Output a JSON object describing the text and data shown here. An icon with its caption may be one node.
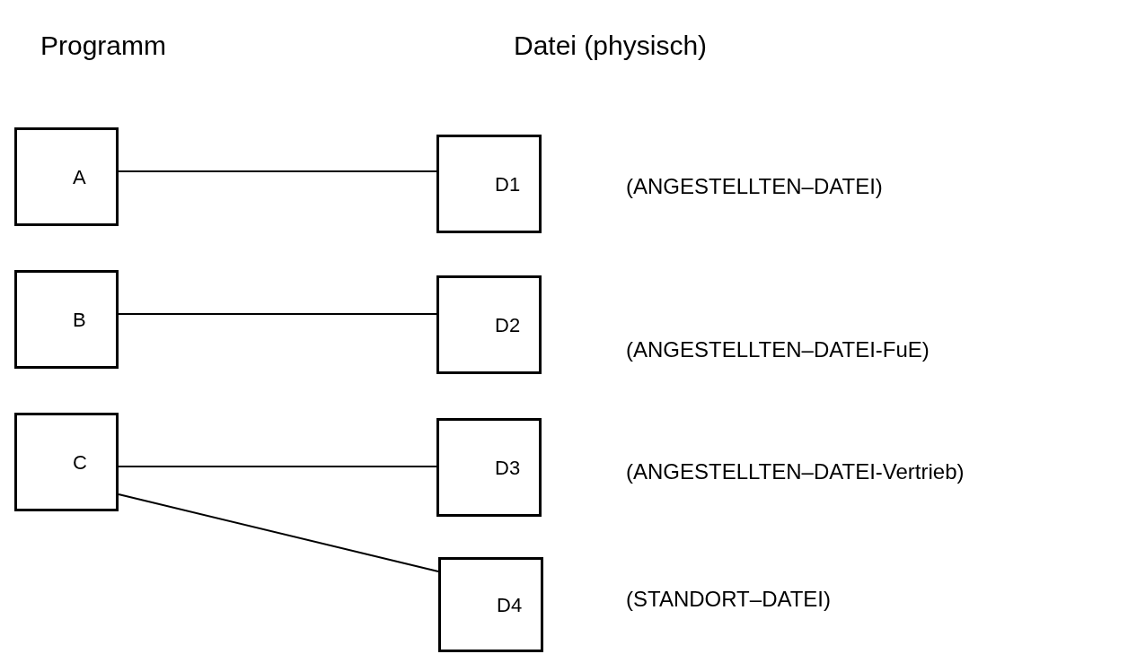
{
  "diagram": {
    "nodes": [
      {
        "text": [
          "A"
        ]
      },
      {
        "text": [
          "B"
        ]
      },
      {
        "text": [
          "C"
        ]
      },
      {
        "text": [
          "D1"
        ],
        "beside": [
          "(ANGESTELLTEN–DATEI)"
        ]
      },
      {
        "text": [
          "D2"
        ],
        "beside": [
          "(ANGESTELLTEN–DATEI-FuE)"
        ]
      },
      {
        "text": [
          "D3"
        ],
        "beside": [
          "(ANGESTELLTEN–DATEI-Vertrieb)"
        ]
      },
      {
        "text": [
          "D4"
        ],
        "beside": [
          "(STANDORT–DATEI)"
        ]
      }
    ],
    "edges": [
      {
        "from": 0,
        "to": 3,
        "arrow": "none"
      },
      {
        "from": 1,
        "to": 4,
        "arrow": "none"
      },
      {
        "from": 2,
        "to": 5,
        "arrow": "none"
      },
      {
        "from": 2,
        "to": 6,
        "arrow": "none"
      }
    ],
    "labels": [
      "Programm",
      "Datei (physisch)"
    ]
  }
}
